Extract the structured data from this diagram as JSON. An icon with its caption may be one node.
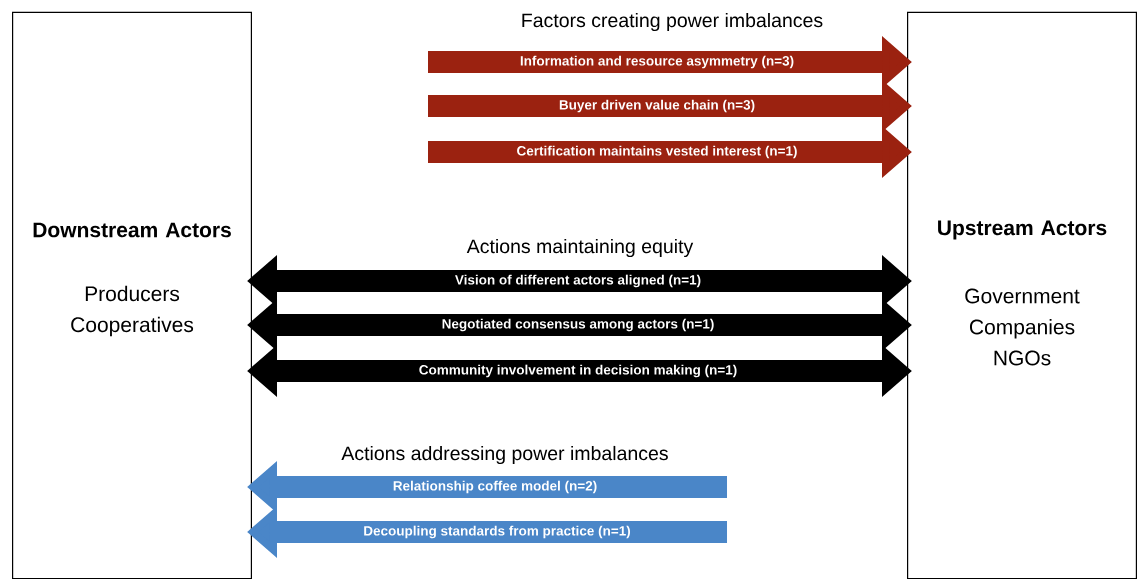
{
  "diagram": {
    "nodes": [
      {
        "text": [
          "Downstream Actors",
          "Producers Cooperatives"
        ]
      },
      {
        "text": [
          "Upstream Actors",
          "Government Companies NGOs"
        ]
      }
    ],
    "edges": [
      {
        "from": null,
        "to": 1,
        "arrow": "to",
        "label": "Information and resource asymmetry (n=3)",
        "color": "#9b2210"
      },
      {
        "from": null,
        "to": 1,
        "arrow": "to",
        "label": "Buyer driven value chain (n=3)",
        "color": "#9b2210"
      },
      {
        "from": null,
        "to": 1,
        "arrow": "to",
        "label": "Certification maintains vested interest (n=1)",
        "color": "#9b2210"
      },
      {
        "from": 0,
        "to": 1,
        "arrow": "both",
        "label": "Vision of different actors aligned (n=1)",
        "color": "#000000"
      },
      {
        "from": 0,
        "to": 1,
        "arrow": "both",
        "label": "Negotiated consensus among actors (n=1)",
        "color": "#000000"
      },
      {
        "from": 0,
        "to": 1,
        "arrow": "both",
        "label": "Community involvement in decision making (n=1)",
        "color": "#000000"
      },
      {
        "from": null,
        "to": 0,
        "arrow": "to",
        "label": "Relationship coffee model (n=2)",
        "color": "#4a86c8"
      },
      {
        "from": null,
        "to": 0,
        "arrow": "to",
        "label": "Decoupling standards from practice (n=1)",
        "color": "#4a86c8"
      }
    ],
    "labels": [
      "Factors creating power imbalances",
      "Actions maintaining equity",
      "Actions addressing power imbalances"
    ]
  }
}
